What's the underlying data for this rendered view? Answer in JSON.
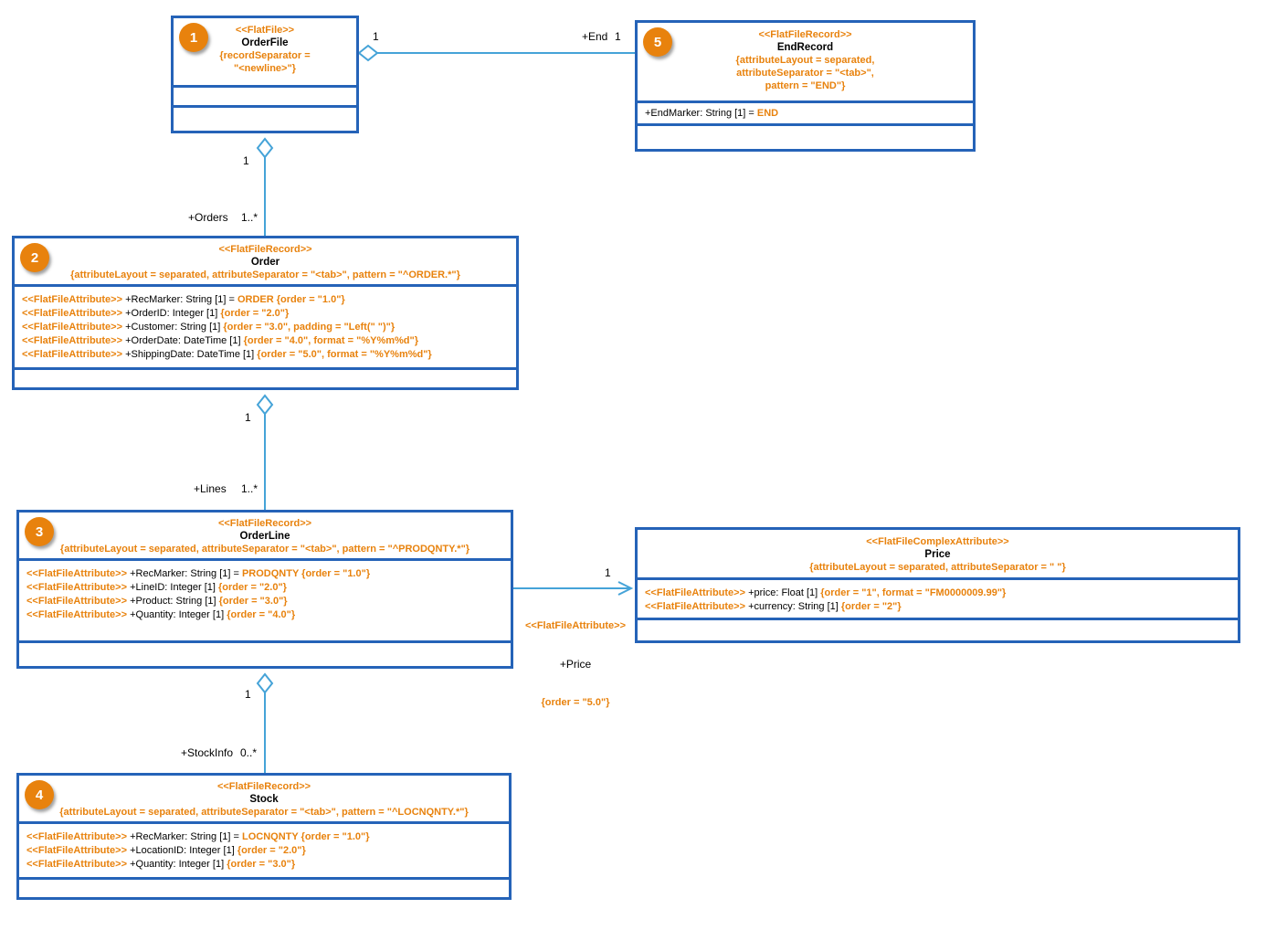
{
  "colors": {
    "box_border": "#2563b8",
    "connector_line": "#45a3d8",
    "orange_accent": "#e8820d",
    "text": "#000000"
  },
  "boxes": {
    "orderfile": {
      "badge": "1",
      "stereotype": "<<FlatFile>>",
      "name": "OrderFile",
      "tag_lines": [
        "{recordSeparator =",
        "\"<newline>\"}"
      ]
    },
    "order": {
      "badge": "2",
      "stereotype": "<<FlatFileRecord>>",
      "name": "Order",
      "tag_lines": [
        "{attributeLayout = separated, attributeSeparator = \"<tab>\", pattern = \"^ORDER.*\"}"
      ],
      "attrs": [
        {
          "pre": "<<FlatFileAttribute>>",
          "mid": " +RecMarker: String [1] = ",
          "post": "ORDER {order = \"1.0\"}"
        },
        {
          "pre": "<<FlatFileAttribute>>",
          "mid": " +OrderID: Integer [1] ",
          "post": "{order = \"2.0\"}"
        },
        {
          "pre": "<<FlatFileAttribute>>",
          "mid": " +Customer: String [1] ",
          "post": "{order = \"3.0\", padding = \"Left(\" \")\"}"
        },
        {
          "pre": "<<FlatFileAttribute>>",
          "mid": " +OrderDate: DateTime [1] ",
          "post": "{order = \"4.0\", format = \"%Y%m%d\"}"
        },
        {
          "pre": "<<FlatFileAttribute>>",
          "mid": " +ShippingDate: DateTime [1] ",
          "post": "{order = \"5.0\", format = \"%Y%m%d\"}"
        }
      ]
    },
    "orderline": {
      "badge": "3",
      "stereotype": "<<FlatFileRecord>>",
      "name": "OrderLine",
      "tag_lines": [
        "{attributeLayout = separated, attributeSeparator = \"<tab>\", pattern = \"^PRODQNTY.*\"}"
      ],
      "attrs": [
        {
          "pre": "<<FlatFileAttribute>>",
          "mid": " +RecMarker: String [1] = ",
          "post": "PRODQNTY {order = \"1.0\"}"
        },
        {
          "pre": "<<FlatFileAttribute>>",
          "mid": " +LineID: Integer [1] ",
          "post": "{order = \"2.0\"}"
        },
        {
          "pre": "<<FlatFileAttribute>>",
          "mid": " +Product: String [1] ",
          "post": "{order = \"3.0\"}"
        },
        {
          "pre": "<<FlatFileAttribute>>",
          "mid": " +Quantity: Integer [1] ",
          "post": "{order = \"4.0\"}"
        }
      ]
    },
    "stock": {
      "badge": "4",
      "stereotype": "<<FlatFileRecord>>",
      "name": "Stock",
      "tag_lines": [
        "{attributeLayout = separated, attributeSeparator = \"<tab>\", pattern = \"^LOCNQNTY.*\"}"
      ],
      "attrs": [
        {
          "pre": "<<FlatFileAttribute>>",
          "mid": " +RecMarker: String [1] = ",
          "post": "LOCNQNTY {order = \"1.0\"}"
        },
        {
          "pre": "<<FlatFileAttribute>>",
          "mid": " +LocationID: Integer [1] ",
          "post": "{order = \"2.0\"}"
        },
        {
          "pre": "<<FlatFileAttribute>>",
          "mid": " +Quantity: Integer [1] ",
          "post": "{order = \"3.0\"}"
        }
      ]
    },
    "endrecord": {
      "badge": "5",
      "stereotype": "<<FlatFileRecord>>",
      "name": "EndRecord",
      "tag_lines": [
        "{attributeLayout = separated,",
        "attributeSeparator = \"<tab>\",",
        "pattern = \"END\"}"
      ],
      "attrs": [
        {
          "mid": "+EndMarker: String [1] = ",
          "post": "END"
        }
      ]
    },
    "price": {
      "stereotype": "<<FlatFileComplexAttribute>>",
      "name": "Price",
      "tag_lines": [
        "{attributeLayout = separated, attributeSeparator = \" \"}"
      ],
      "attrs": [
        {
          "pre": "<<FlatFileAttribute>>",
          "mid": " +price: Float [1] ",
          "post": "{order = \"1\", format = \"FM0000009.99\"}"
        },
        {
          "pre": "<<FlatFileAttribute>>",
          "mid": " +currency: String [1] ",
          "post": "{order = \"2\"}"
        }
      ]
    }
  },
  "connectors": {
    "file_end": {
      "src_mult": "1",
      "role": "+End",
      "tgt_mult": "1"
    },
    "file_orders": {
      "src_mult": "1",
      "role": "+Orders",
      "tgt_mult": "1..*"
    },
    "order_lines": {
      "src_mult": "1",
      "role": "+Lines",
      "tgt_mult": "1..*"
    },
    "line_stock": {
      "src_mult": "1",
      "role": "+StockInfo",
      "tgt_mult": "0..*"
    },
    "line_price": {
      "tgt_mult": "1",
      "stereotype": "<<FlatFileAttribute>>",
      "role": "+Price",
      "tag": "{order = \"5.0\"}"
    }
  }
}
